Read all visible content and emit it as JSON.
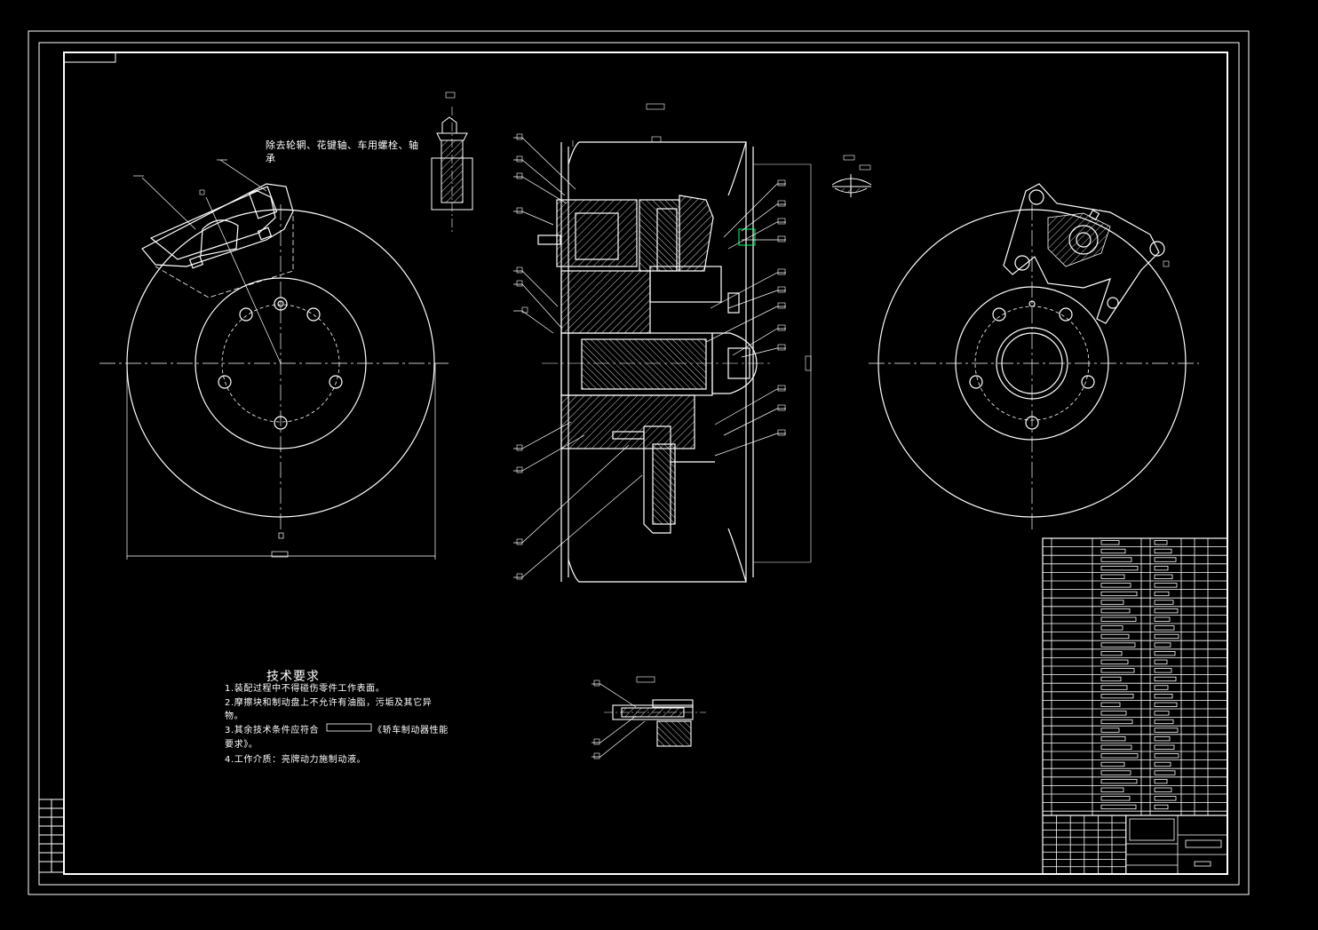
{
  "removed_note": "除去轮辋、花键轴、车用螺栓、轴承",
  "tech_requirements": {
    "title": "技术要求",
    "line1": "1.装配过程中不得碰伤零件工作表面。",
    "line2a": "2.摩擦块和制动盘上不允许有油脂，污垢及其它异",
    "line2b": "物。",
    "line3a": "3.其余技术条件应符合",
    "line3b": "《轿车制动器性能",
    "line3c": "要求》。",
    "line4": "4.工作介质：亮牌动力施制动液。"
  },
  "colors": {
    "background": "#000000",
    "line": "#ffffff",
    "highlight": "#00ff66"
  }
}
